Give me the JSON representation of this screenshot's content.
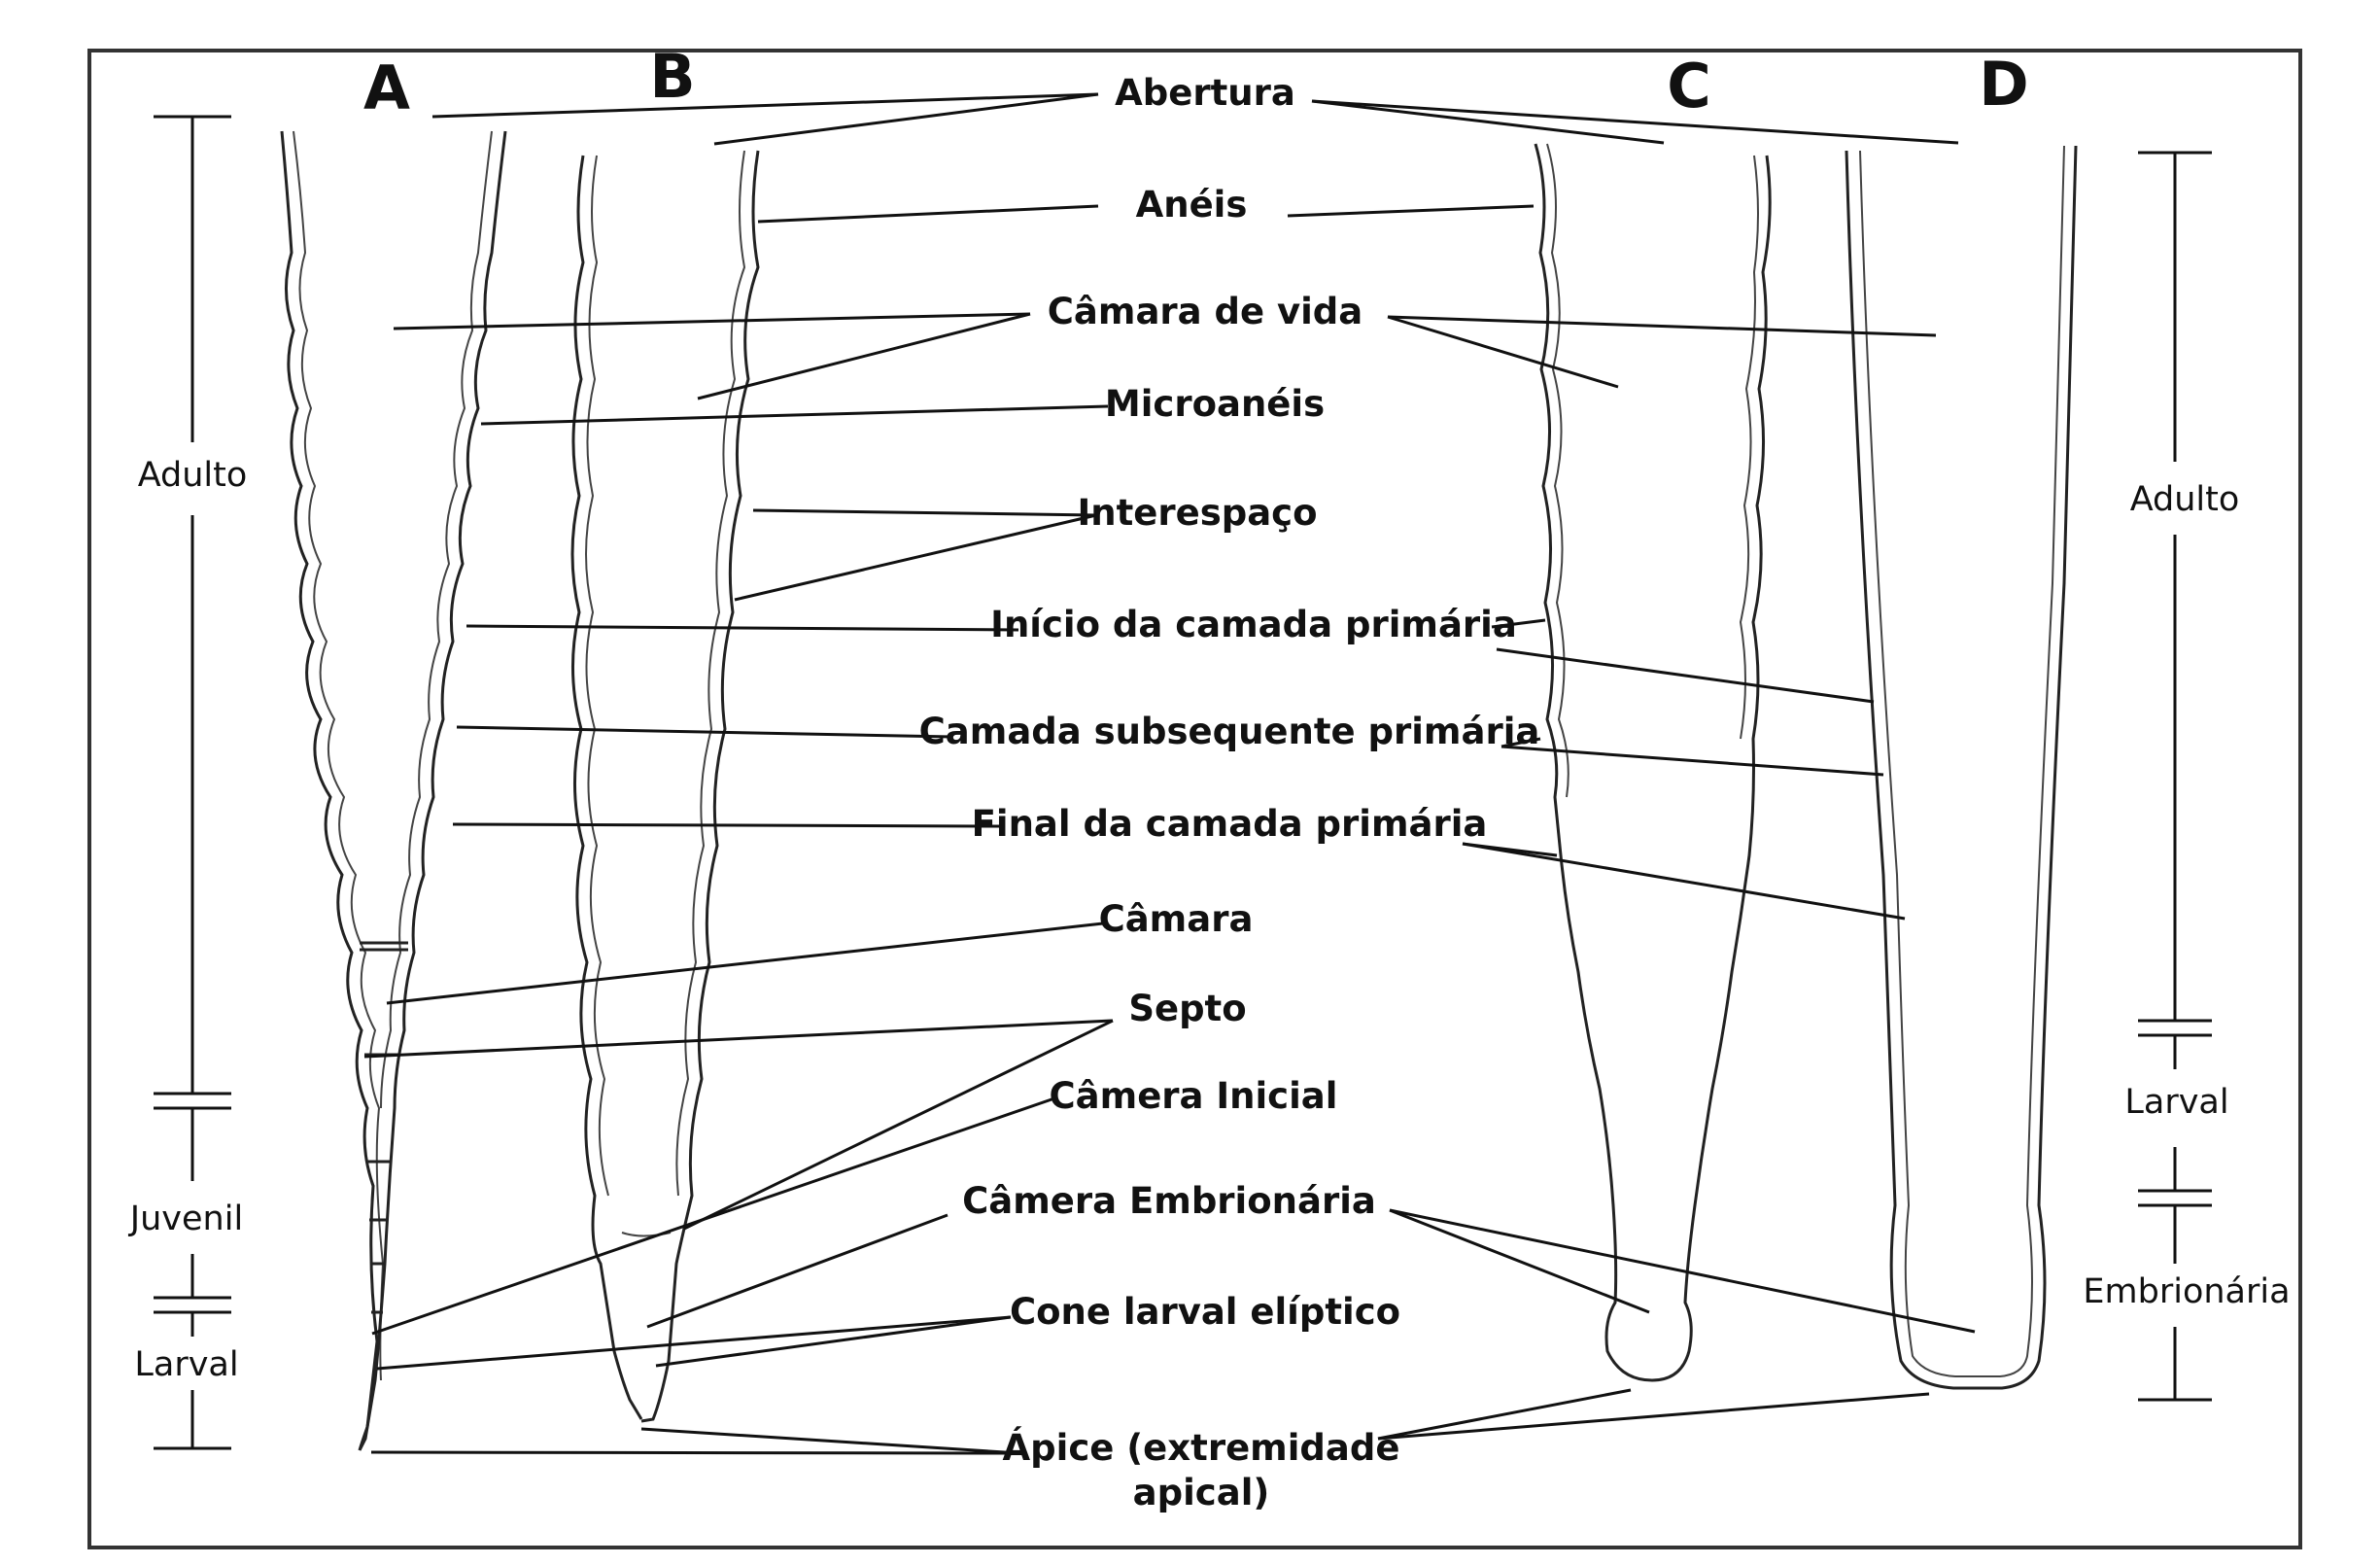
{
  "figure": {
    "panel_letters": [
      "A",
      "B",
      "C",
      "D"
    ],
    "labels": {
      "abertura": "Abertura",
      "aneis": "Anéis",
      "camara_de_vida": "Câmara de vida",
      "microaneis": "Microanéis",
      "interespaco": "Interespaço",
      "inicio_camada_primaria": "Início da camada primária",
      "camada_subsequente_primaria": "Camada subsequente primária",
      "final_camada_primaria": "Final da camada primária",
      "camara": "Câmara",
      "septo": "Septo",
      "camera_inicial": "Câmera Inicial",
      "camera_embrionaria": "Câmera Embrionária",
      "cone_larval_eliptico": "Cone larval elíptico",
      "apice_line1": "Ápice (extremidade",
      "apice_line2": "apical)"
    },
    "stages_left": {
      "adulto": "Adulto",
      "juvenil": "Juvenil",
      "larval": "Larval"
    },
    "stages_right": {
      "adulto": "Adulto",
      "larval": "Larval",
      "embrionaria": "Embrionária"
    }
  }
}
